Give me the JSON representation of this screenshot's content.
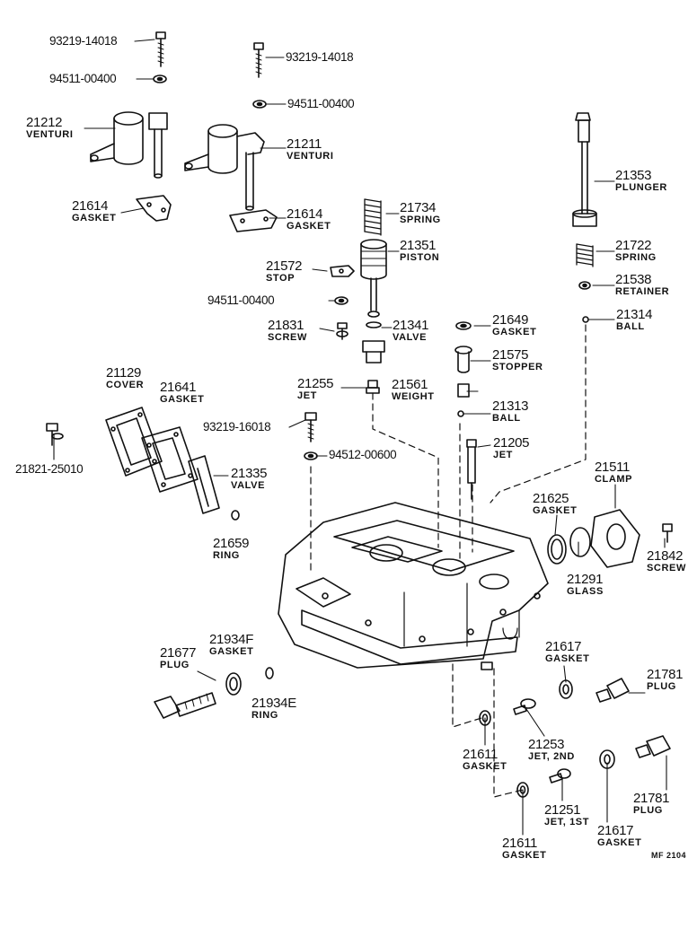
{
  "diagram_id": "MF 2104",
  "labels": [
    {
      "id": "l01",
      "number": "93219-14018",
      "name": ""
    },
    {
      "id": "l02",
      "number": "94511-00400",
      "name": ""
    },
    {
      "id": "l03",
      "number": "93219-14018",
      "name": ""
    },
    {
      "id": "l04",
      "number": "94511-00400",
      "name": ""
    },
    {
      "id": "l05",
      "number": "21212",
      "name": "VENTURI"
    },
    {
      "id": "l06",
      "number": "21211",
      "name": "VENTURI"
    },
    {
      "id": "l07",
      "number": "21614",
      "name": "GASKET"
    },
    {
      "id": "l08",
      "number": "21614",
      "name": "GASKET"
    },
    {
      "id": "l09",
      "number": "21353",
      "name": "PLUNGER"
    },
    {
      "id": "l10",
      "number": "21734",
      "name": "SPRING"
    },
    {
      "id": "l11",
      "number": "21351",
      "name": "PISTON"
    },
    {
      "id": "l12",
      "number": "21722",
      "name": "SPRING"
    },
    {
      "id": "l13",
      "number": "21572",
      "name": "STOP"
    },
    {
      "id": "l14",
      "number": "21538",
      "name": "RETAINER"
    },
    {
      "id": "l15",
      "number": "94511-00400",
      "name": ""
    },
    {
      "id": "l16",
      "number": "21314",
      "name": "BALL"
    },
    {
      "id": "l17",
      "number": "21831",
      "name": "SCREW"
    },
    {
      "id": "l18",
      "number": "21341",
      "name": "VALVE"
    },
    {
      "id": "l19",
      "number": "21649",
      "name": "GASKET"
    },
    {
      "id": "l20",
      "number": "21575",
      "name": "STOPPER"
    },
    {
      "id": "l21",
      "number": "21129",
      "name": "COVER"
    },
    {
      "id": "l22",
      "number": "21641",
      "name": "GASKET"
    },
    {
      "id": "l23",
      "number": "21255",
      "name": "JET"
    },
    {
      "id": "l24",
      "number": "21561",
      "name": "WEIGHT"
    },
    {
      "id": "l25",
      "number": "21313",
      "name": "BALL"
    },
    {
      "id": "l26",
      "number": "93219-16018",
      "name": ""
    },
    {
      "id": "l27",
      "number": "21205",
      "name": "JET"
    },
    {
      "id": "l28",
      "number": "21821-25010",
      "name": ""
    },
    {
      "id": "l29",
      "number": "94512-00600",
      "name": ""
    },
    {
      "id": "l30",
      "number": "21335",
      "name": "VALVE"
    },
    {
      "id": "l31",
      "number": "21511",
      "name": "CLAMP"
    },
    {
      "id": "l32",
      "number": "21625",
      "name": "GASKET"
    },
    {
      "id": "l33",
      "number": "21659",
      "name": "RING"
    },
    {
      "id": "l34",
      "number": "21842",
      "name": "SCREW"
    },
    {
      "id": "l35",
      "number": "21291",
      "name": "GLASS"
    },
    {
      "id": "l36",
      "number": "21934F",
      "name": "GASKET"
    },
    {
      "id": "l37",
      "number": "21677",
      "name": "PLUG"
    },
    {
      "id": "l38",
      "number": "21617",
      "name": "GASKET"
    },
    {
      "id": "l39",
      "number": "21781",
      "name": "PLUG"
    },
    {
      "id": "l40",
      "number": "21934E",
      "name": "RING"
    },
    {
      "id": "l41",
      "number": "21253",
      "name": "JET, 2ND"
    },
    {
      "id": "l42",
      "number": "21611",
      "name": "GASKET"
    },
    {
      "id": "l43",
      "number": "21781",
      "name": "PLUG"
    },
    {
      "id": "l44",
      "number": "21251",
      "name": "JET, 1ST"
    },
    {
      "id": "l45",
      "number": "21617",
      "name": "GASKET"
    },
    {
      "id": "l46",
      "number": "21611",
      "name": "GASKET"
    }
  ]
}
